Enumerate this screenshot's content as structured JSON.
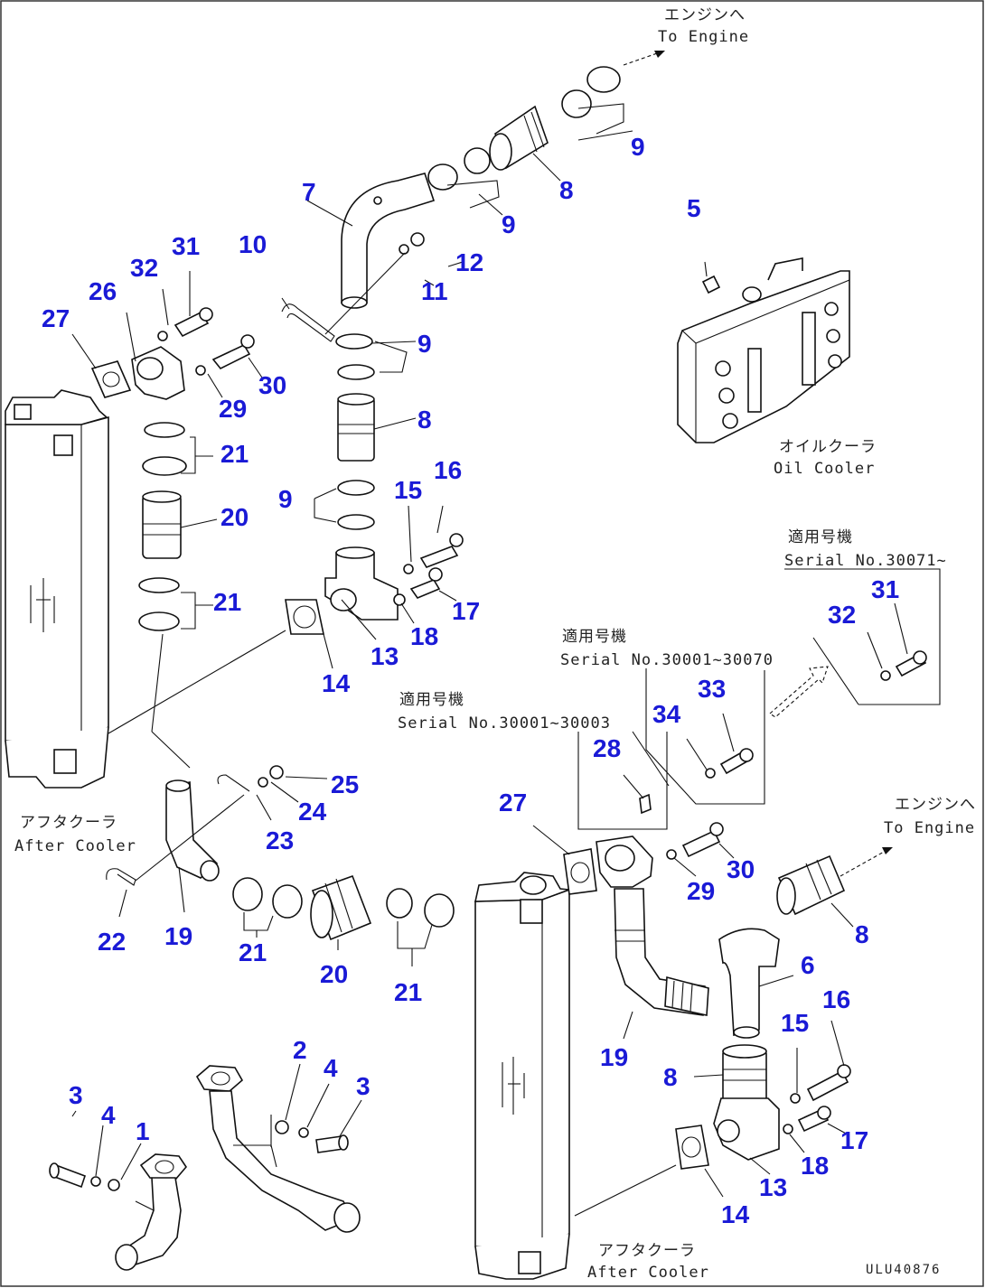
{
  "labels": {
    "to_engine_top_jp": "エンジンへ",
    "to_engine_top_en": "To Engine",
    "to_engine_right_jp": "エンジンへ",
    "to_engine_right_en": "To Engine",
    "oil_cooler_jp": "オイルクーラ",
    "oil_cooler_en": "Oil Cooler",
    "after_cooler_left_jp": "アフタクーラ",
    "after_cooler_left_en": "After Cooler",
    "after_cooler_right_jp": "アフタクーラ",
    "after_cooler_right_en": "After Cooler",
    "serial_a_jp": "適用号機",
    "serial_a_en": "Serial No.30071~",
    "serial_b_jp": "適用号機",
    "serial_b_en": "Serial No.30001~30070",
    "serial_c_jp": "適用号機",
    "serial_c_en": "Serial No.30001~30003",
    "drawing_code": "ULU40876"
  },
  "callouts": {
    "c9a": "9",
    "c8a": "8",
    "c7": "7",
    "c9b": "9",
    "c5": "5",
    "c10": "10",
    "c12": "12",
    "c11": "11",
    "c31a": "31",
    "c32a": "32",
    "c26": "26",
    "c27a": "27",
    "c9c": "9",
    "c30a": "30",
    "c29a": "29",
    "c8b": "8",
    "c21a": "21",
    "c16a": "16",
    "c9d": "9",
    "c15a": "15",
    "c20a": "20",
    "c21b": "21",
    "c17a": "17",
    "c18a": "18",
    "c13a": "13",
    "c14a": "14",
    "c31b": "31",
    "c32b": "32",
    "c33": "33",
    "c34": "34",
    "c28": "28",
    "c25": "25",
    "c24": "24",
    "c23": "23",
    "c27b": "27",
    "c30b": "30",
    "c29b": "29",
    "c8c": "8",
    "c22": "22",
    "c19a": "19",
    "c21c": "21",
    "c20b": "20",
    "c21d": "21",
    "c6": "6",
    "c16b": "16",
    "c15b": "15",
    "c19b": "19",
    "c8d": "8",
    "c2": "2",
    "c4a": "4",
    "c3a": "3",
    "c3b": "3",
    "c4b": "4",
    "c1": "1",
    "c17b": "17",
    "c18b": "18",
    "c13b": "13",
    "c14b": "14"
  }
}
